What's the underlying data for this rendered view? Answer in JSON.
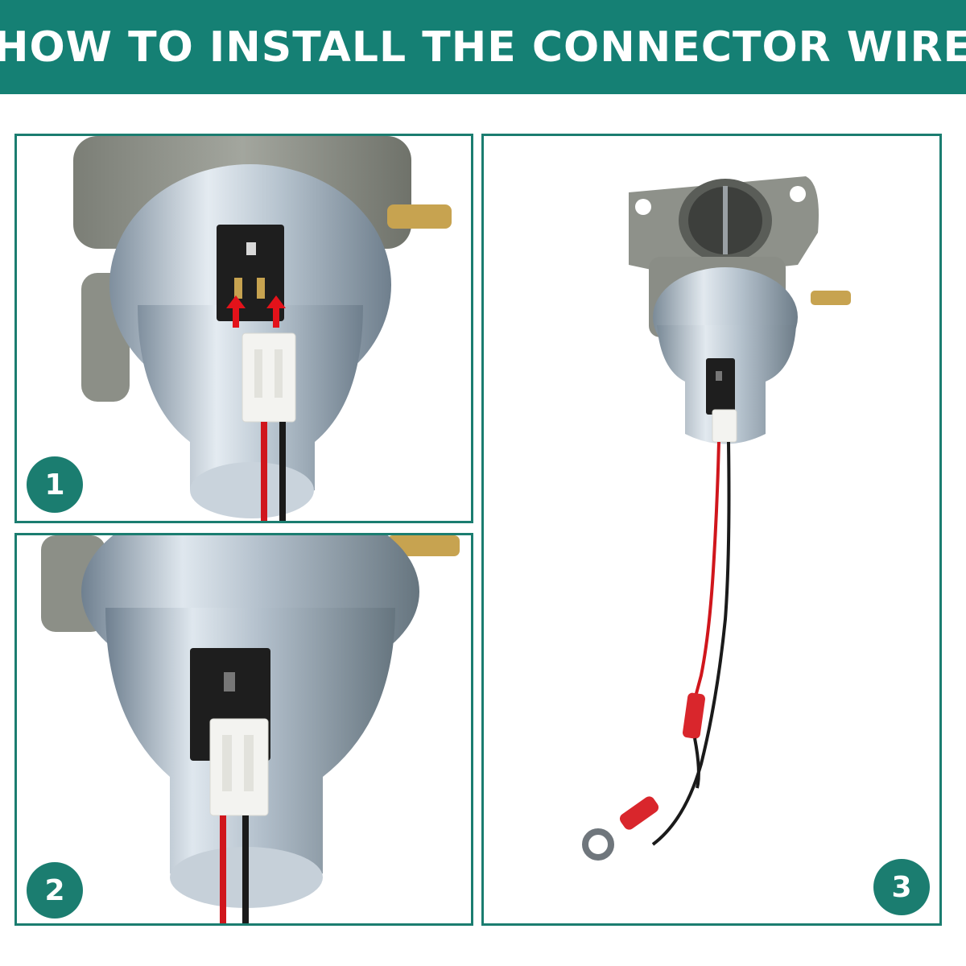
{
  "banner": {
    "title": "HOW TO INSTALL THE CONNECTOR WIRE"
  },
  "steps": [
    {
      "number": "1"
    },
    {
      "number": "2"
    },
    {
      "number": "3"
    }
  ],
  "colors": {
    "accent": "#158074",
    "panel_border": "#1b7d70",
    "wire_red": "#d0161c",
    "wire_black": "#1a1a1a",
    "arrow_red": "#e3121a"
  }
}
